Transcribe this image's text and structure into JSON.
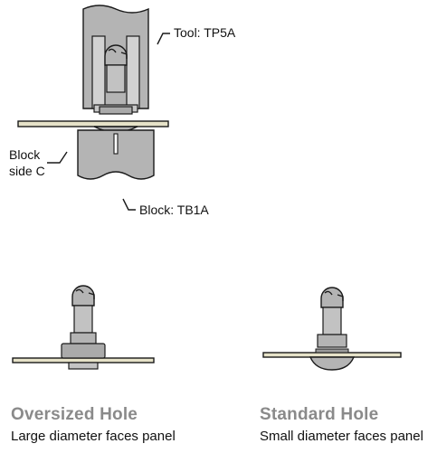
{
  "labels": {
    "tool": "Tool: TP5A",
    "block_side": "Block\nside C",
    "block": "Block: TB1A"
  },
  "captions": {
    "oversized": {
      "title": "Oversized Hole",
      "subtitle": "Large diameter faces panel"
    },
    "standard": {
      "title": "Standard Hole",
      "subtitle": "Small diameter faces panel"
    }
  },
  "colors": {
    "panel_fill": "#e6e2c8",
    "part_fill": "#b4b4b4",
    "stroke": "#1a1a1a",
    "caption_title": "#8a8a8a"
  }
}
